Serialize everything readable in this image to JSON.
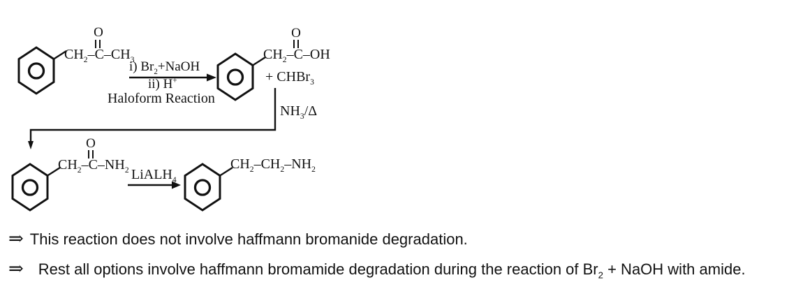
{
  "colors": {
    "ink": "#111111",
    "background": "#ffffff"
  },
  "scheme": {
    "reactant": {
      "carbonyl_o": "O",
      "chain": "CH_2_–C–CH_3_"
    },
    "step1": {
      "reagent_line1": "i) Br_2_+NaOH",
      "reagent_line2": "ii) H^+^",
      "reaction_name": "Haloform Reaction"
    },
    "product1": {
      "carbonyl_o": "O",
      "chain": "CH_2_–C–OH",
      "byproduct": "+ CHBr_3_"
    },
    "step2": {
      "reagent": "NH_3_/Δ"
    },
    "product2": {
      "carbonyl_o": "O",
      "chain": "CH_2_–C–NH_2_"
    },
    "step3": {
      "reagent": "LiALH_4_"
    },
    "product3": {
      "chain": "CH_2_–CH_2_–NH_2_"
    }
  },
  "notes": [
    {
      "bullet": "⇒",
      "text": "This reaction does not involve haffmann bromanide degradation."
    },
    {
      "bullet": "⇒",
      "text": "Rest all options involve haffmann bromamide degradation during the reaction of Br_2_ + NaOH with amide."
    }
  ]
}
